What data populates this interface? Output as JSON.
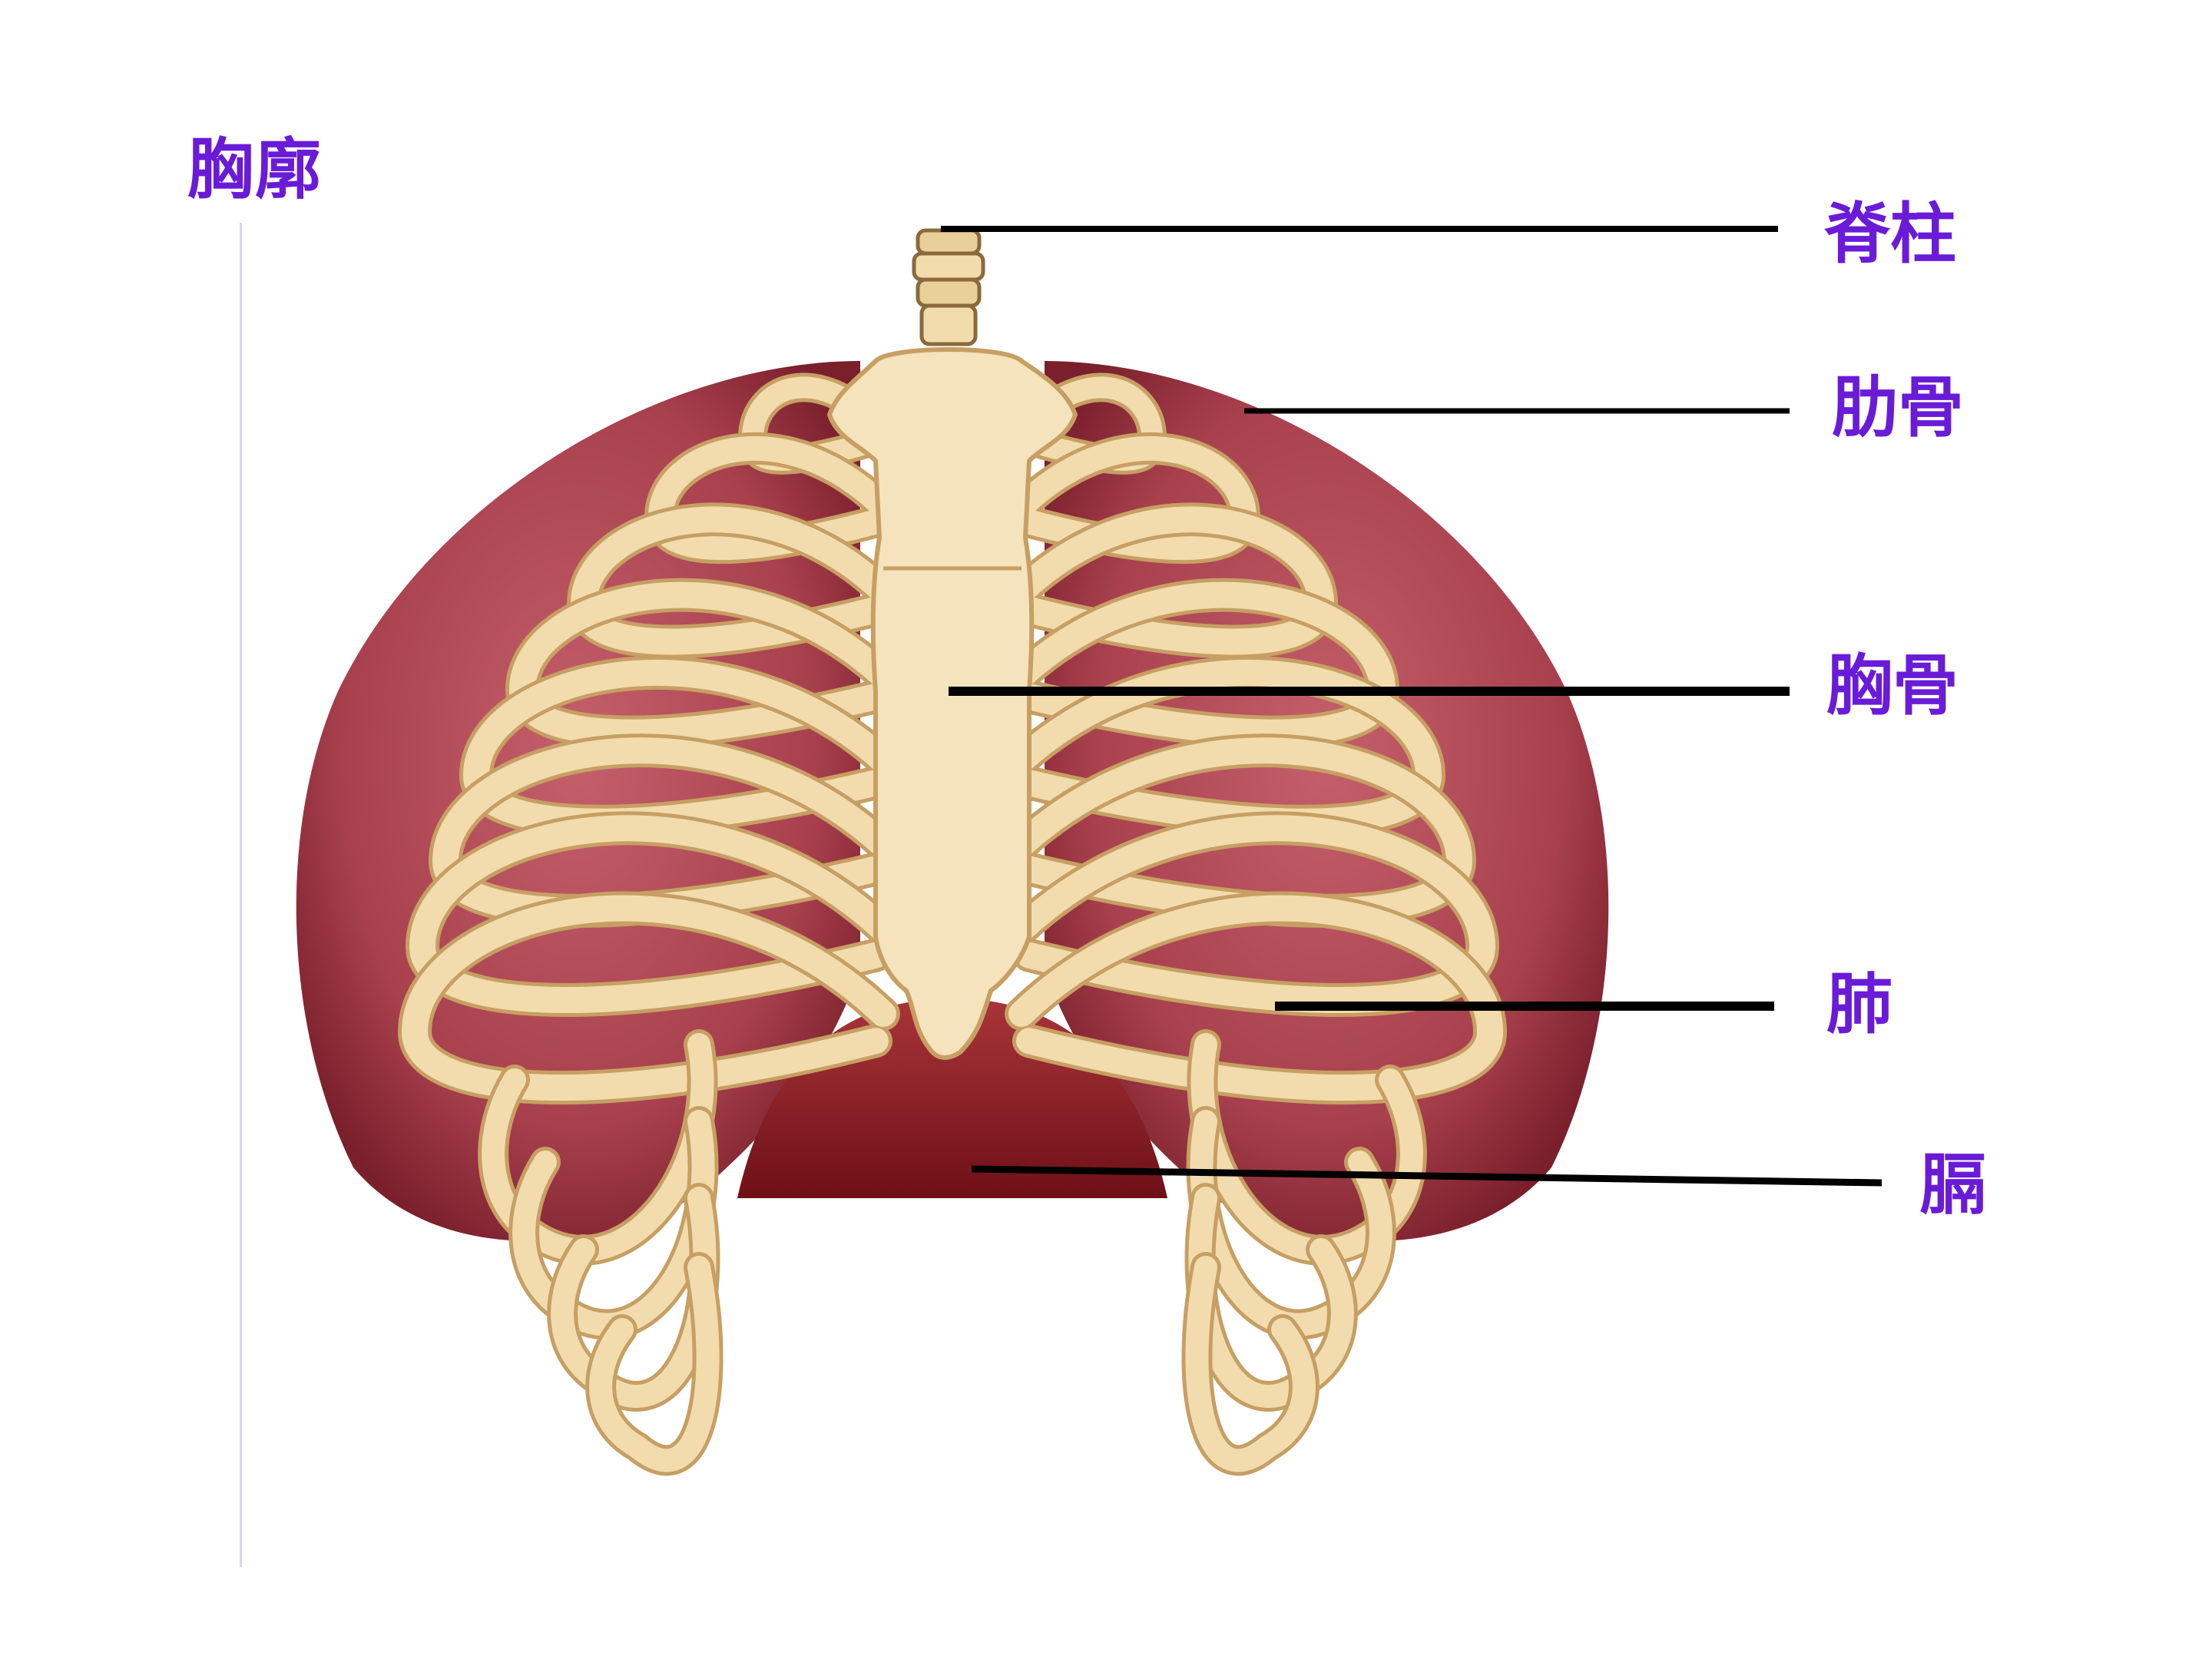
{
  "title": "胸廓",
  "labels": {
    "spine": "脊柱",
    "rib": "肋骨",
    "sternum": "胸骨",
    "lung": "肺",
    "diaphragm": "膈"
  },
  "colors": {
    "label_text": "#6a1bd8",
    "bone": "#f2dcae",
    "bone_edge": "#c79f63",
    "lung": "#a8404d",
    "lung_dark": "#7a1f2c",
    "diaphragm": "#8c1c22",
    "leader_line": "#000000"
  },
  "icons": {
    "illustration": "rib-cage-illustration"
  }
}
